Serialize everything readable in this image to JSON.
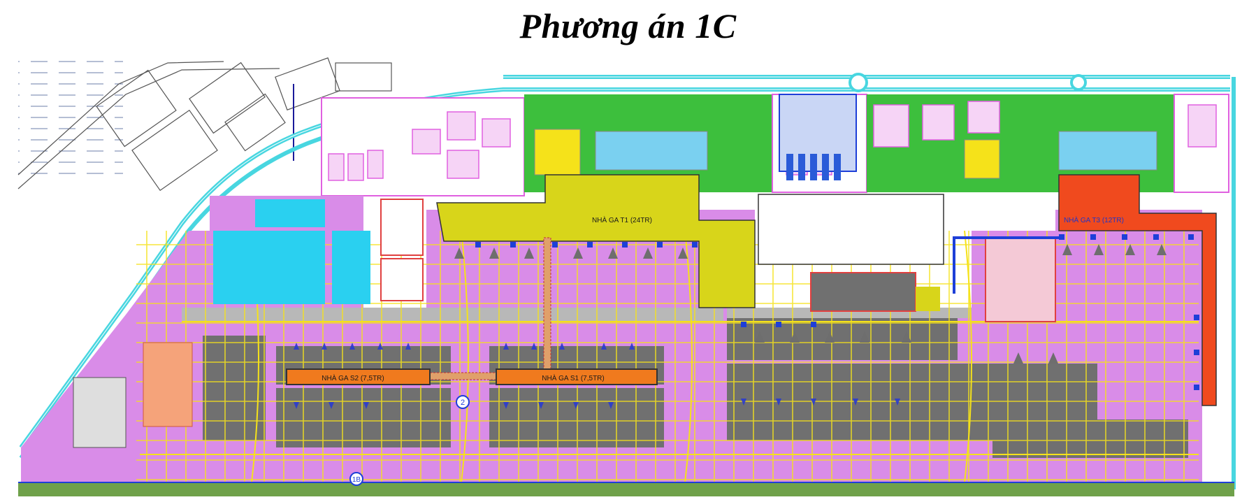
{
  "title": "Phương án 1C",
  "labels": {
    "t1": "NHÀ GA T1 (24TR)",
    "t3": "NHÀ GA T3 (12TR)",
    "s2": "NHÀ GA S2 (7,5TR)",
    "s1": "NHÀ GA S1 (7,5TR)",
    "road_2": "2",
    "road_1b": "1B"
  },
  "colors": {
    "apron_pink": "#d98ce8",
    "apron_grey": "#707070",
    "taxi_yellow": "#ffe600",
    "road_cyan": "#48d6e0",
    "terminal_t1": "#d8d51a",
    "terminal_t3": "#f04a1e",
    "satellite": "#f07a1e",
    "green": "#3dbf3d",
    "blue": "#1e3fd8"
  }
}
